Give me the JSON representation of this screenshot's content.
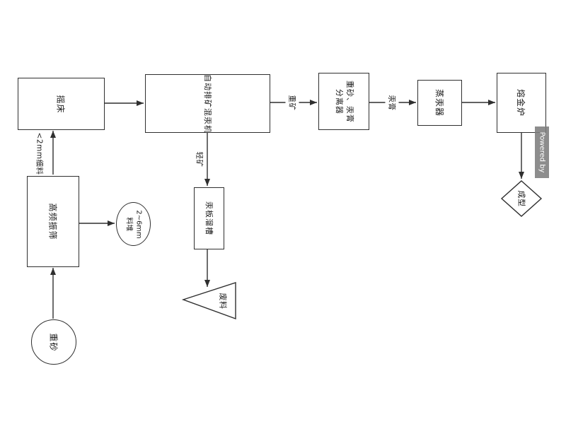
{
  "colors": {
    "line": "#2f2f2f",
    "node_fill": "#ffffff",
    "canvas_bg": "#ffffff",
    "watermark_bg": "#7d7d7d",
    "watermark_text": "#ffffff"
  },
  "nodes": {
    "shaking_table": {
      "label": "摇床"
    },
    "amalgamator": {
      "label": "自动排矿混汞机"
    },
    "separator": {
      "label": "重砂、汞膏分离器"
    },
    "retort": {
      "label": "蒸汞器"
    },
    "smelting_furnace": {
      "label": "熔金炉"
    },
    "forming": {
      "label": "成型"
    },
    "vibrating_screen": {
      "label": "高频振筛"
    },
    "stockpile": {
      "label": "2~6mm料堆"
    },
    "mercury_plate_chute": {
      "label": "汞板溜槽"
    },
    "waste": {
      "label": "废料"
    },
    "heavy_sand": {
      "label": "重砂"
    }
  },
  "edge_labels": {
    "fine_material": "<2mm细料",
    "light_ore": "轻矿",
    "heavy_ore": "重矿",
    "mercury_amalgam": "汞膏"
  },
  "watermark": {
    "text": "Powered by"
  }
}
